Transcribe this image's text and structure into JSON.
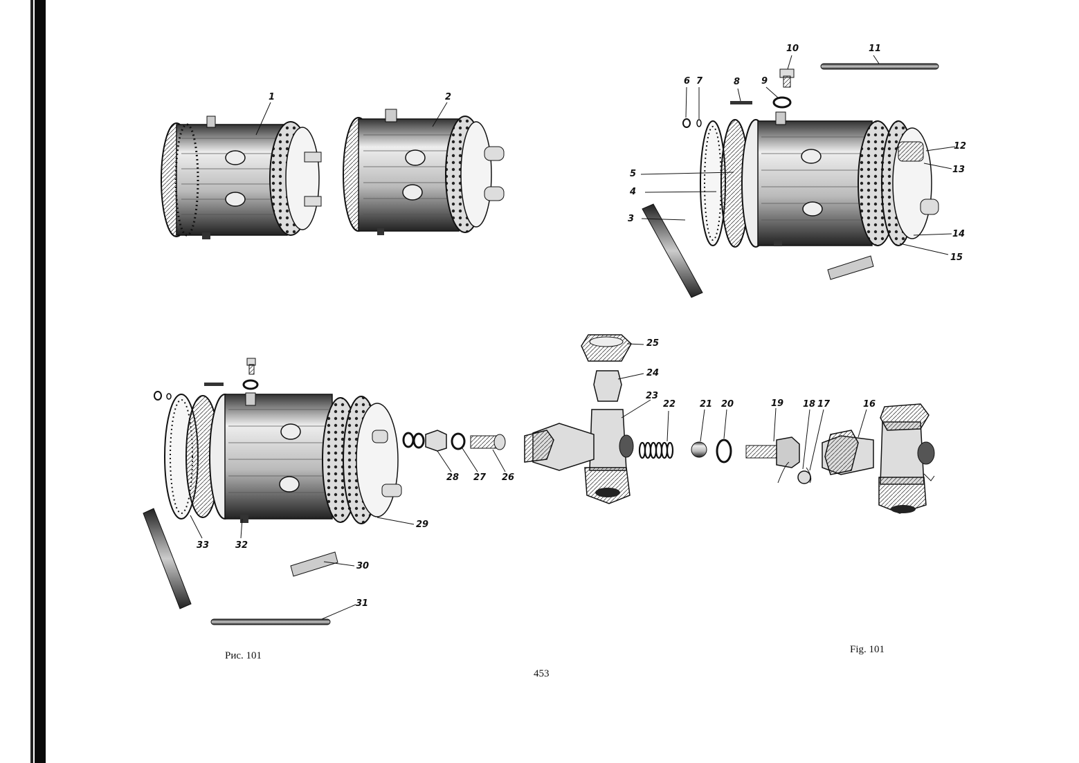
{
  "captions": {
    "left": "Рис. 101",
    "right": "Fig. 101",
    "page_number": "453"
  },
  "part_labels": [
    "1",
    "2",
    "3",
    "4",
    "5",
    "6",
    "7",
    "8",
    "9",
    "10",
    "11",
    "12",
    "13",
    "14",
    "15",
    "16",
    "17",
    "18",
    "19",
    "20",
    "21",
    "22",
    "23",
    "24",
    "25",
    "26",
    "27",
    "28",
    "29",
    "30",
    "31",
    "32",
    "33"
  ],
  "colors": {
    "ink": "#111111",
    "paper": "#ffffff",
    "shade": "#555555"
  }
}
